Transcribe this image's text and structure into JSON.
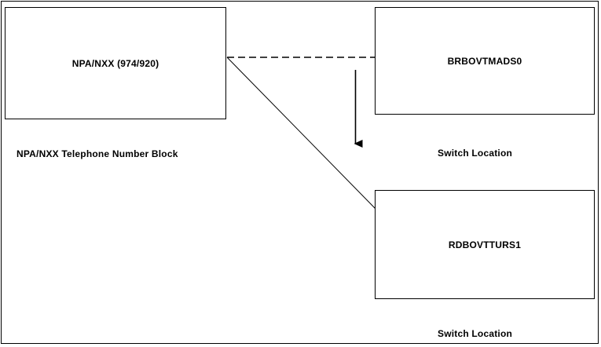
{
  "diagram": {
    "type": "network-node-diagram",
    "background_color": "#ffffff",
    "line_color": "#000000",
    "border": {
      "present": true,
      "color": "#000000"
    },
    "nodes": [
      {
        "id": "npa-nxx",
        "label": "NPA/NXX (974/920)",
        "caption": "NPA/NXX Telephone Number Block",
        "role": "telephone-number-block"
      },
      {
        "id": "brbovtmads0",
        "label": "BRBOVTMADS0",
        "caption": "Switch Location",
        "role": "switch"
      },
      {
        "id": "rdbovtturs1",
        "label": "RDBOVTTURS1",
        "caption": "Switch Location",
        "role": "switch"
      }
    ],
    "connectors": [
      {
        "id": "npa-to-brbovtmads0",
        "style": "dashed",
        "from": "npa-nxx",
        "to": "brbovtmads0",
        "arrowhead": false
      },
      {
        "id": "npa-to-rdbovtturs1",
        "style": "solid",
        "from": "npa-nxx",
        "to": "rdbovtturs1",
        "arrowhead": false
      },
      {
        "id": "pointer-down",
        "style": "solid",
        "orientation": "vertical",
        "arrowhead": true,
        "direction": "down"
      }
    ]
  }
}
